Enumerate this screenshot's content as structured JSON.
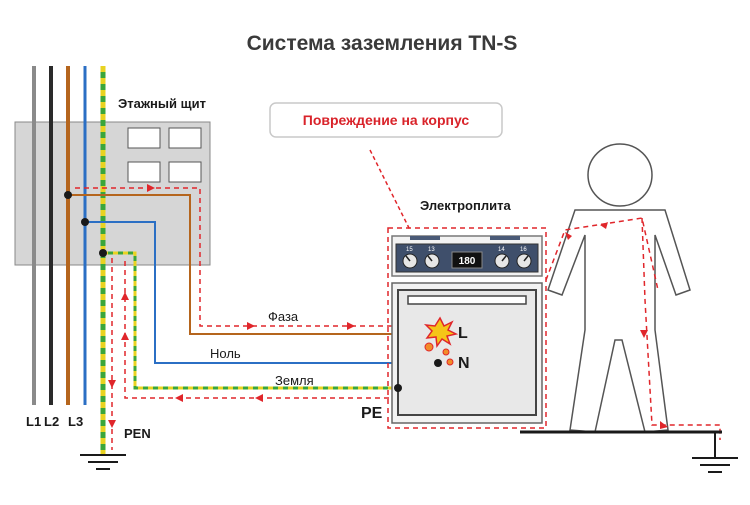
{
  "title": "Система заземления TN-S",
  "panel_label": "Этажный щит",
  "callout": "Повреждение на корпус",
  "stove_label": "Электроплита",
  "wires": {
    "phase": "Фаза",
    "neutral": "Ноль",
    "ground": "Земля"
  },
  "bus_labels": [
    "L1",
    "L2",
    "L3"
  ],
  "pen_label": "PEN",
  "pe_label": "PE",
  "terminals": {
    "line": "L",
    "neutral": "N"
  },
  "stove_display": "180",
  "knob_labels": [
    "15",
    "13",
    "14",
    "16"
  ],
  "colors": {
    "l1": "#8a8a8a",
    "l2": "#2a2a2a",
    "l3": "#b5651d",
    "neutral": "#2b6fc4",
    "pe_green": "#3aa63a",
    "pe_yellow": "#e8d321",
    "fault": "#e0262b",
    "panel": "#d6d6d6"
  }
}
